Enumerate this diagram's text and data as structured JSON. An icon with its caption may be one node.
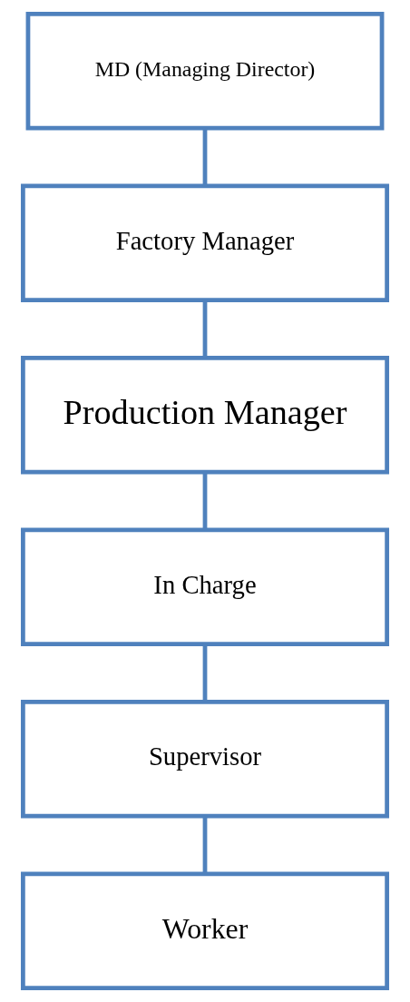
{
  "diagram": {
    "nodes": [
      {
        "text": [
          "MD (Managing Director)"
        ]
      },
      {
        "text": [
          "Factory Manager"
        ]
      },
      {
        "text": [
          "Production Manager"
        ]
      },
      {
        "text": [
          "In Charge"
        ]
      },
      {
        "text": [
          "Supervisor"
        ]
      },
      {
        "text": [
          "Worker"
        ]
      }
    ],
    "edges": [
      {
        "from": 0,
        "to": 1,
        "arrow": "none"
      },
      {
        "from": 1,
        "to": 2,
        "arrow": "none"
      },
      {
        "from": 2,
        "to": 3,
        "arrow": "none"
      },
      {
        "from": 3,
        "to": 4,
        "arrow": "none"
      },
      {
        "from": 4,
        "to": 5,
        "arrow": "none"
      }
    ]
  }
}
